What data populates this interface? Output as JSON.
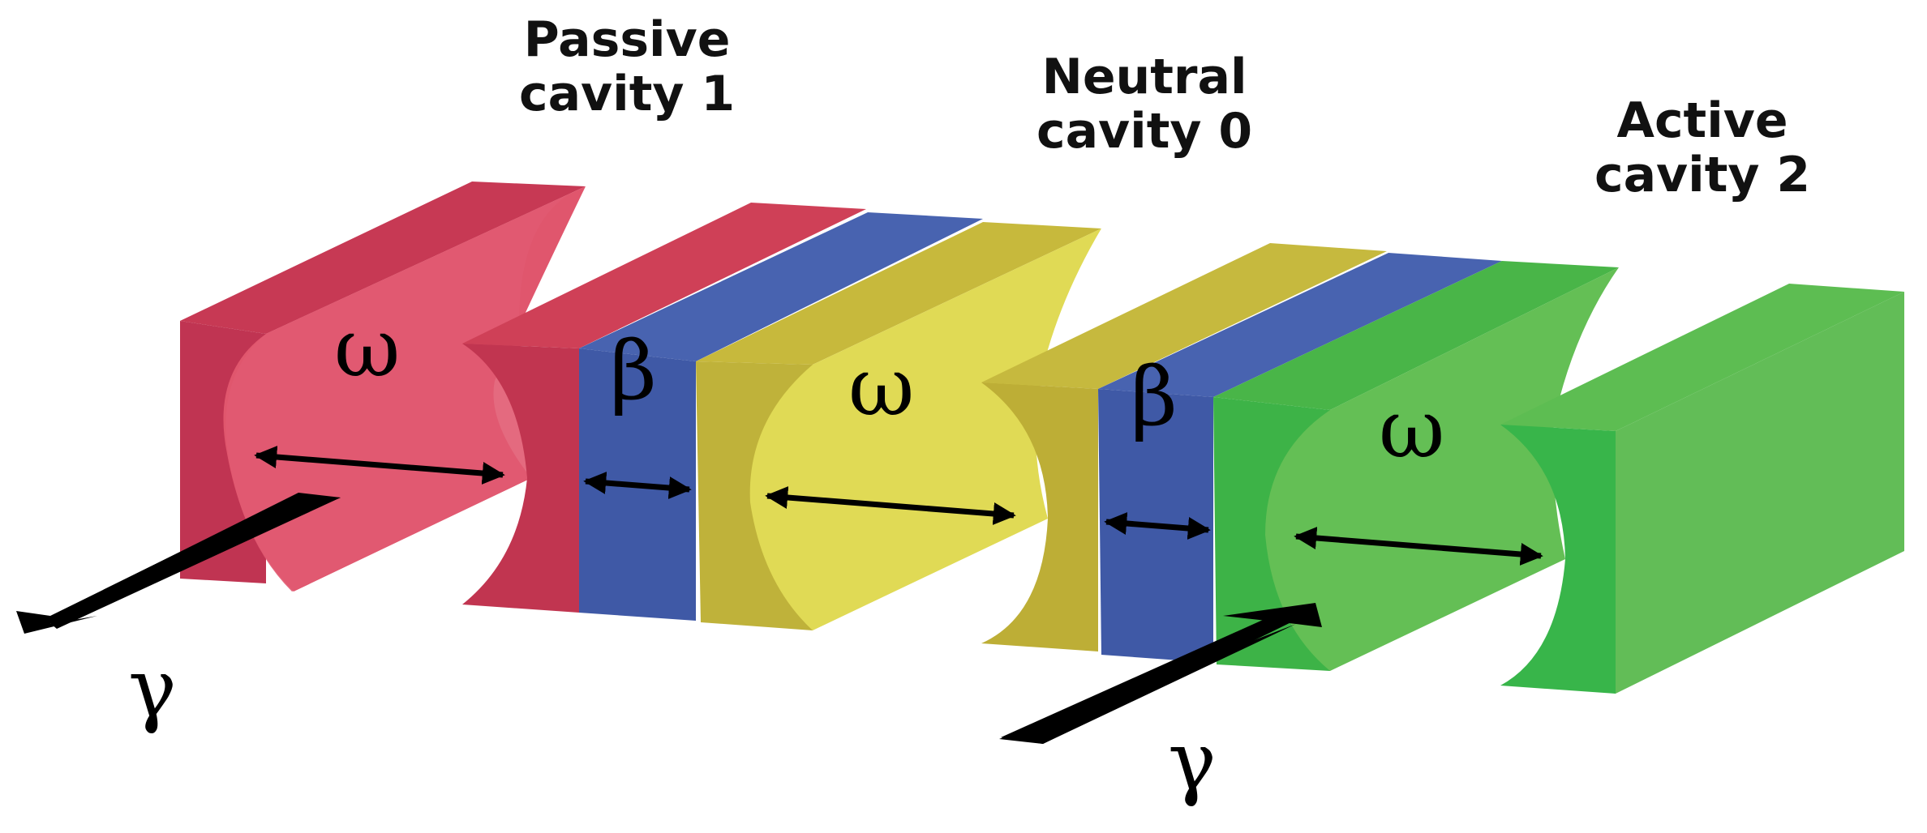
{
  "cavities": [
    {
      "id": "passive",
      "line1": "Passive",
      "line2": "cavity 1",
      "color": "#e04f6a"
    },
    {
      "id": "neutral",
      "line1": "Neutral",
      "line2": "cavity 0",
      "color": "#dcd94f"
    },
    {
      "id": "active",
      "line1": "Active",
      "line2": "cavity 2",
      "color": "#5dbd52"
    }
  ],
  "coupler_color": "#3f59a6",
  "symbols": {
    "frequency": "ω",
    "coupling": "β",
    "gain_loss": "γ"
  }
}
